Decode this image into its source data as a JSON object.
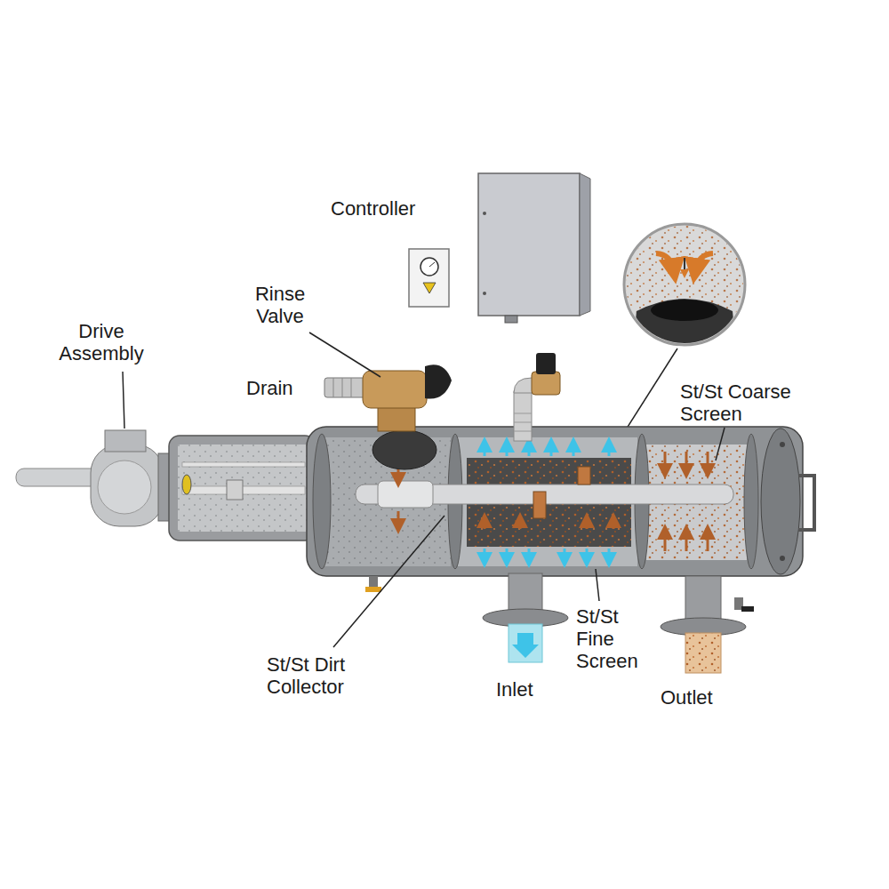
{
  "diagram": {
    "labels": [
      "Controller",
      "Rinse Valve",
      "Drive Assembly",
      "Drain",
      "St/St Coarse Screen",
      "St/St Dirt Collector",
      "Inlet",
      "St/St Fine Screen",
      "Outlet"
    ]
  }
}
